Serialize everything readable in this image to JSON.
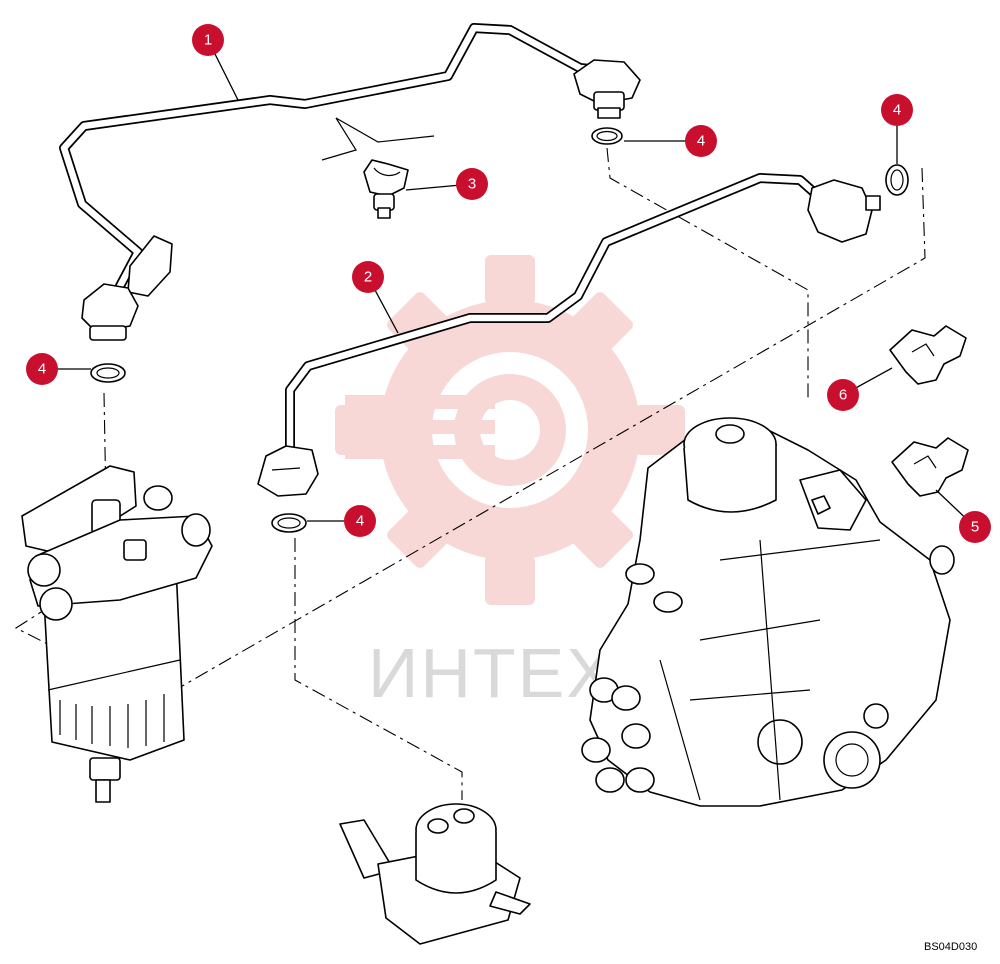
{
  "figure": {
    "drawing_code": "BS04D030",
    "watermark_text": "ИНТЕХ",
    "accent_color": "#c8102e",
    "watermark_color": "#f2b3b3"
  },
  "callouts": [
    {
      "label": "1"
    },
    {
      "label": "2"
    },
    {
      "label": "3"
    },
    {
      "label": "4"
    },
    {
      "label": "4"
    },
    {
      "label": "4"
    },
    {
      "label": "4"
    },
    {
      "label": "5"
    },
    {
      "label": "6"
    }
  ]
}
